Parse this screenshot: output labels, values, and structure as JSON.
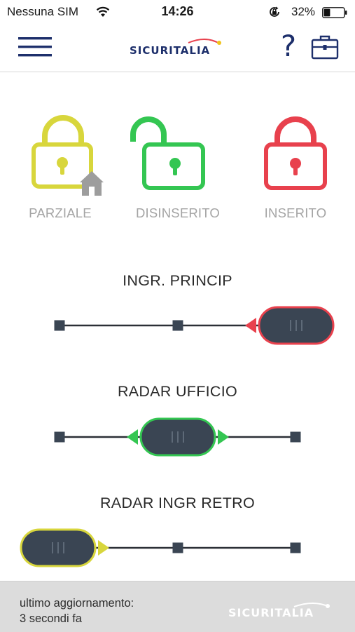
{
  "status_bar": {
    "carrier": "Nessuna SIM",
    "time": "14:26",
    "battery_percent": "32%",
    "battery_level": 0.32
  },
  "header": {
    "logo_text": "SICURITALIA",
    "help_label": "?"
  },
  "modes": [
    {
      "id": "partial",
      "label": "PARZIALE",
      "color": "#d8d63c"
    },
    {
      "id": "disarmed",
      "label": "DISINSERITO",
      "color": "#34c652"
    },
    {
      "id": "armed",
      "label": "INSERITO",
      "color": "#e8414d"
    }
  ],
  "zones": [
    {
      "name": "INGR. PRINCIP",
      "position": 2,
      "positions": 3,
      "color": "#e8414d"
    },
    {
      "name": "RADAR UFFICIO",
      "position": 1,
      "positions": 3,
      "color": "#34c652"
    },
    {
      "name": "RADAR INGR RETRO",
      "position": 0,
      "positions": 3,
      "color": "#d8d63c"
    }
  ],
  "colors": {
    "navy": "#1d2f6b",
    "slider_dark": "#3a4553",
    "label_gray": "#a4a4a4",
    "footer_bg": "#dcdcdc"
  },
  "footer": {
    "line1": "ultimo aggiornamento:",
    "line2": "3 secondi fa",
    "logo_text": "SICURITALIA"
  }
}
